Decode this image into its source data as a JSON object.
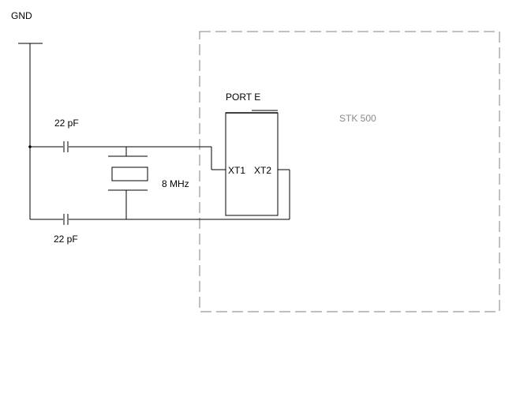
{
  "labels": {
    "gnd": "GND",
    "cap_top": "22 pF",
    "cap_bottom": "22 pF",
    "crystal": "8 MHz",
    "port": "PORT E",
    "pin_xt1": "XT1",
    "pin_xt2": "XT2",
    "board": "STK 500"
  },
  "colors": {
    "wire": "#000000",
    "board_outline": "#808080",
    "board_label": "#8a8a8a",
    "background": "#ffffff"
  }
}
